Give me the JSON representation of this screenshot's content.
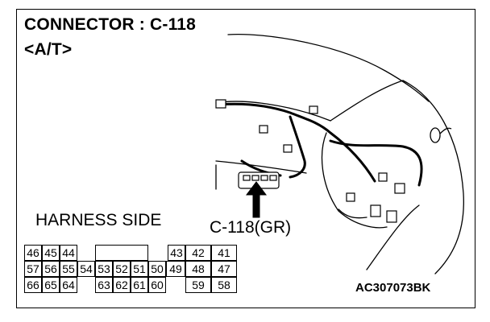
{
  "header": {
    "connector_title": "CONNECTOR : C-118",
    "variant": "<A/T>"
  },
  "labels": {
    "harness_side": "HARNESS SIDE",
    "connector_callout": "C-118(GR)",
    "figure_code": "AC307073BK"
  },
  "pin_layout": {
    "rows": [
      [
        "46",
        "45",
        "44",
        "",
        "",
        "",
        "",
        "",
        "",
        "43",
        "42",
        "41"
      ],
      [
        "57",
        "56",
        "55",
        "54",
        "53",
        "52",
        "51",
        "50",
        "49",
        "48",
        "47"
      ],
      [
        "66",
        "65",
        "64",
        "",
        "63",
        "62",
        "61",
        "60",
        "",
        "59",
        "58"
      ]
    ]
  },
  "colors": {
    "ink": "#000000",
    "paper": "#ffffff"
  }
}
